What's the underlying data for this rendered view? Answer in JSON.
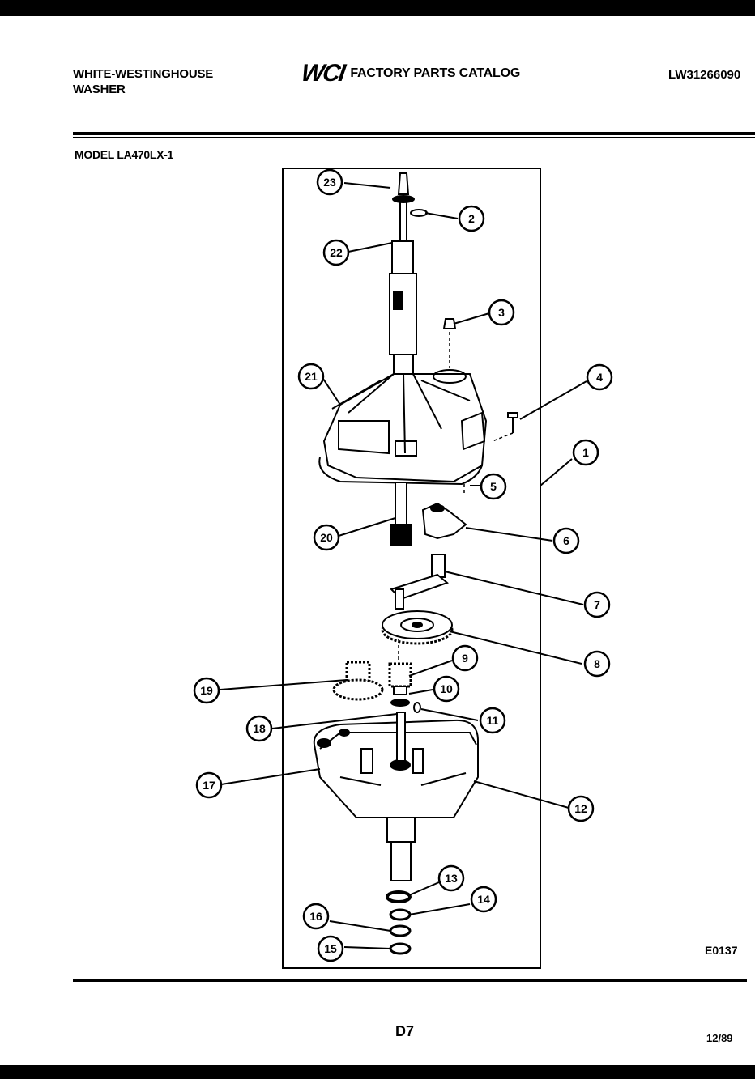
{
  "header": {
    "brand_line1": "WHITE-WESTINGHOUSE",
    "brand_line2": "WASHER",
    "logo": "WCI",
    "catalog_title": "FACTORY PARTS CATALOG",
    "catalog_number": "LW31266090"
  },
  "model": "MODEL LA470LX-1",
  "diagram": {
    "callouts": [
      {
        "id": "c1",
        "label": "1"
      },
      {
        "id": "c2",
        "label": "2"
      },
      {
        "id": "c3",
        "label": "3"
      },
      {
        "id": "c4",
        "label": "4"
      },
      {
        "id": "c5",
        "label": "5"
      },
      {
        "id": "c6",
        "label": "6"
      },
      {
        "id": "c7",
        "label": "7"
      },
      {
        "id": "c8",
        "label": "8"
      },
      {
        "id": "c9",
        "label": "9"
      },
      {
        "id": "c10",
        "label": "10"
      },
      {
        "id": "c11",
        "label": "11"
      },
      {
        "id": "c12",
        "label": "12"
      },
      {
        "id": "c13",
        "label": "13"
      },
      {
        "id": "c14",
        "label": "14"
      },
      {
        "id": "c15",
        "label": "15"
      },
      {
        "id": "c16",
        "label": "16"
      },
      {
        "id": "c17",
        "label": "17"
      },
      {
        "id": "c18",
        "label": "18"
      },
      {
        "id": "c19",
        "label": "19"
      },
      {
        "id": "c20",
        "label": "20"
      },
      {
        "id": "c21",
        "label": "21"
      },
      {
        "id": "c22",
        "label": "22"
      },
      {
        "id": "c23",
        "label": "23"
      }
    ]
  },
  "footer": {
    "drawing_code": "E0137",
    "page": "D7",
    "date": "12/89"
  }
}
